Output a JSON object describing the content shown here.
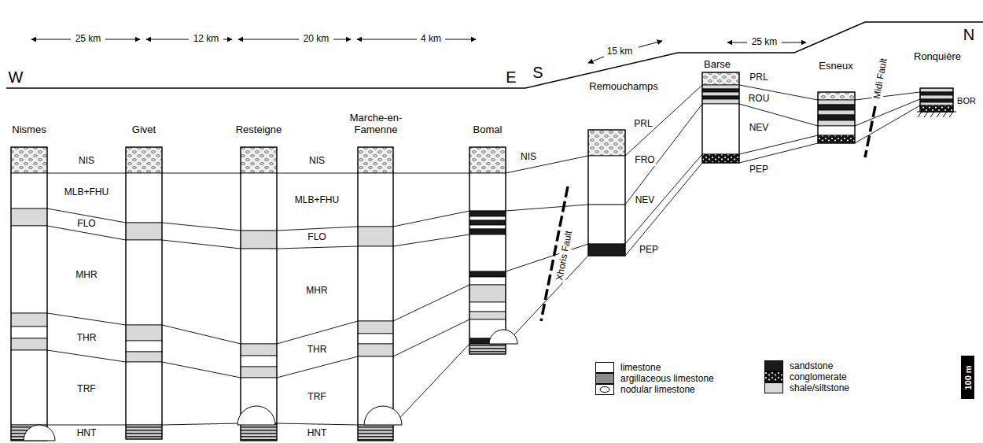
{
  "diagram": {
    "nodes": [
      {
        "text": [
          "100 m"
        ]
      }
    ],
    "labels": [
      "W",
      "E",
      "S",
      "N",
      "25 km",
      "12 km",
      "20 km",
      "4 km",
      "15 km",
      "25 km",
      "Barse",
      "Esneux",
      "Ronquière",
      "Nismes",
      "Givet",
      "Resteigne",
      "Marche-en-Famenne",
      "Bomal",
      "Remouchamps",
      "NIS",
      "NIS",
      "NIS",
      "MLB+FHU",
      "MLB+FHU",
      "FLO",
      "FLO",
      "MHR",
      "MHR",
      "THR",
      "THR",
      "TRF",
      "TRF",
      "HNT",
      "HNT",
      "PRL",
      "FRO",
      "NEV",
      "PEP",
      "PRL",
      "ROU",
      "NEV",
      "PEP",
      "BOR",
      "Xhoris Fault",
      "Midi Fault"
    ],
    "legend": [
      {
        "text": "limestone",
        "color": "#ffffff"
      },
      {
        "text": "argillaceous limestone",
        "color": "#8c8c8c"
      },
      {
        "text": "nodular limestone"
      },
      {
        "text": "sandstone",
        "color": "#1a1a1a"
      },
      {
        "text": "conglomerate"
      },
      {
        "text": "shale/siltstone",
        "color": "#d9d9d9"
      }
    ]
  }
}
